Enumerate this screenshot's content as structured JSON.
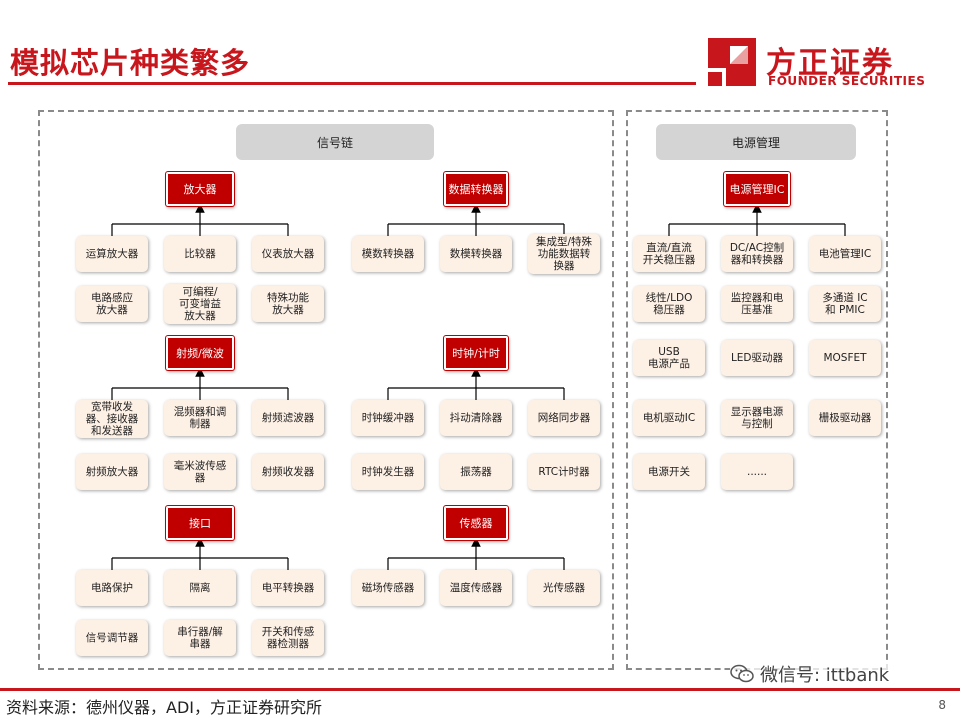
{
  "title": "模拟芯片种类繁多",
  "logo": {
    "cn": "方正证券",
    "en": "FOUNDER SECURITIES"
  },
  "left_panel": {
    "header": "信号链",
    "groups": [
      {
        "category": "放大器",
        "items": [
          "运算放大器",
          "比较器",
          "仪表放大器",
          "电路感应\n放大器",
          "可编程/\n可变增益\n放大器",
          "特殊功能\n放大器"
        ]
      },
      {
        "category": "数据转换器",
        "items": [
          "模数转换器",
          "数模转换器",
          "集成型/特殊\n功能数据转\n换器"
        ]
      },
      {
        "category": "射频/微波",
        "items": [
          "宽带收发\n器、接收器\n和发送器",
          "混频器和调\n制器",
          "射频滤波器",
          "射频放大器",
          "毫米波传感\n器",
          "射频收发器"
        ]
      },
      {
        "category": "时钟/计时",
        "items": [
          "时钟缓冲器",
          "抖动清除器",
          "网络同步器",
          "时钟发生器",
          "振荡器",
          "RTC计时器"
        ]
      },
      {
        "category": "接口",
        "items": [
          "电路保护",
          "隔离",
          "电平转换器",
          "信号调节器",
          "串行器/解\n串器",
          "开关和传感\n器检测器"
        ]
      },
      {
        "category": "传感器",
        "items": [
          "磁场传感器",
          "温度传感器",
          "光传感器"
        ]
      }
    ]
  },
  "right_panel": {
    "header": "电源管理",
    "category": "电源管理IC",
    "items": [
      "直流/直流\n开关稳压器",
      "DC/AC控制\n器和转换器",
      "电池管理IC",
      "线性/LDO\n稳压器",
      "监控器和电\n压基准",
      "多通道 IC\n和 PMIC",
      "USB\n电源产品",
      "LED驱动器",
      "MOSFET",
      "电机驱动IC",
      "显示器电源\n与控制",
      "栅极驱动器",
      "电源开关",
      "......"
    ]
  },
  "footer": {
    "source": "资料来源：德州仪器，ADI，方正证券研究所",
    "page": "8"
  },
  "watermark": "微信号: ittbank",
  "colors": {
    "brand_red": "#c8161d",
    "category_red": "#c00000",
    "box_fill": "#fdf0e5",
    "header_gray": "#d4d4d4"
  }
}
